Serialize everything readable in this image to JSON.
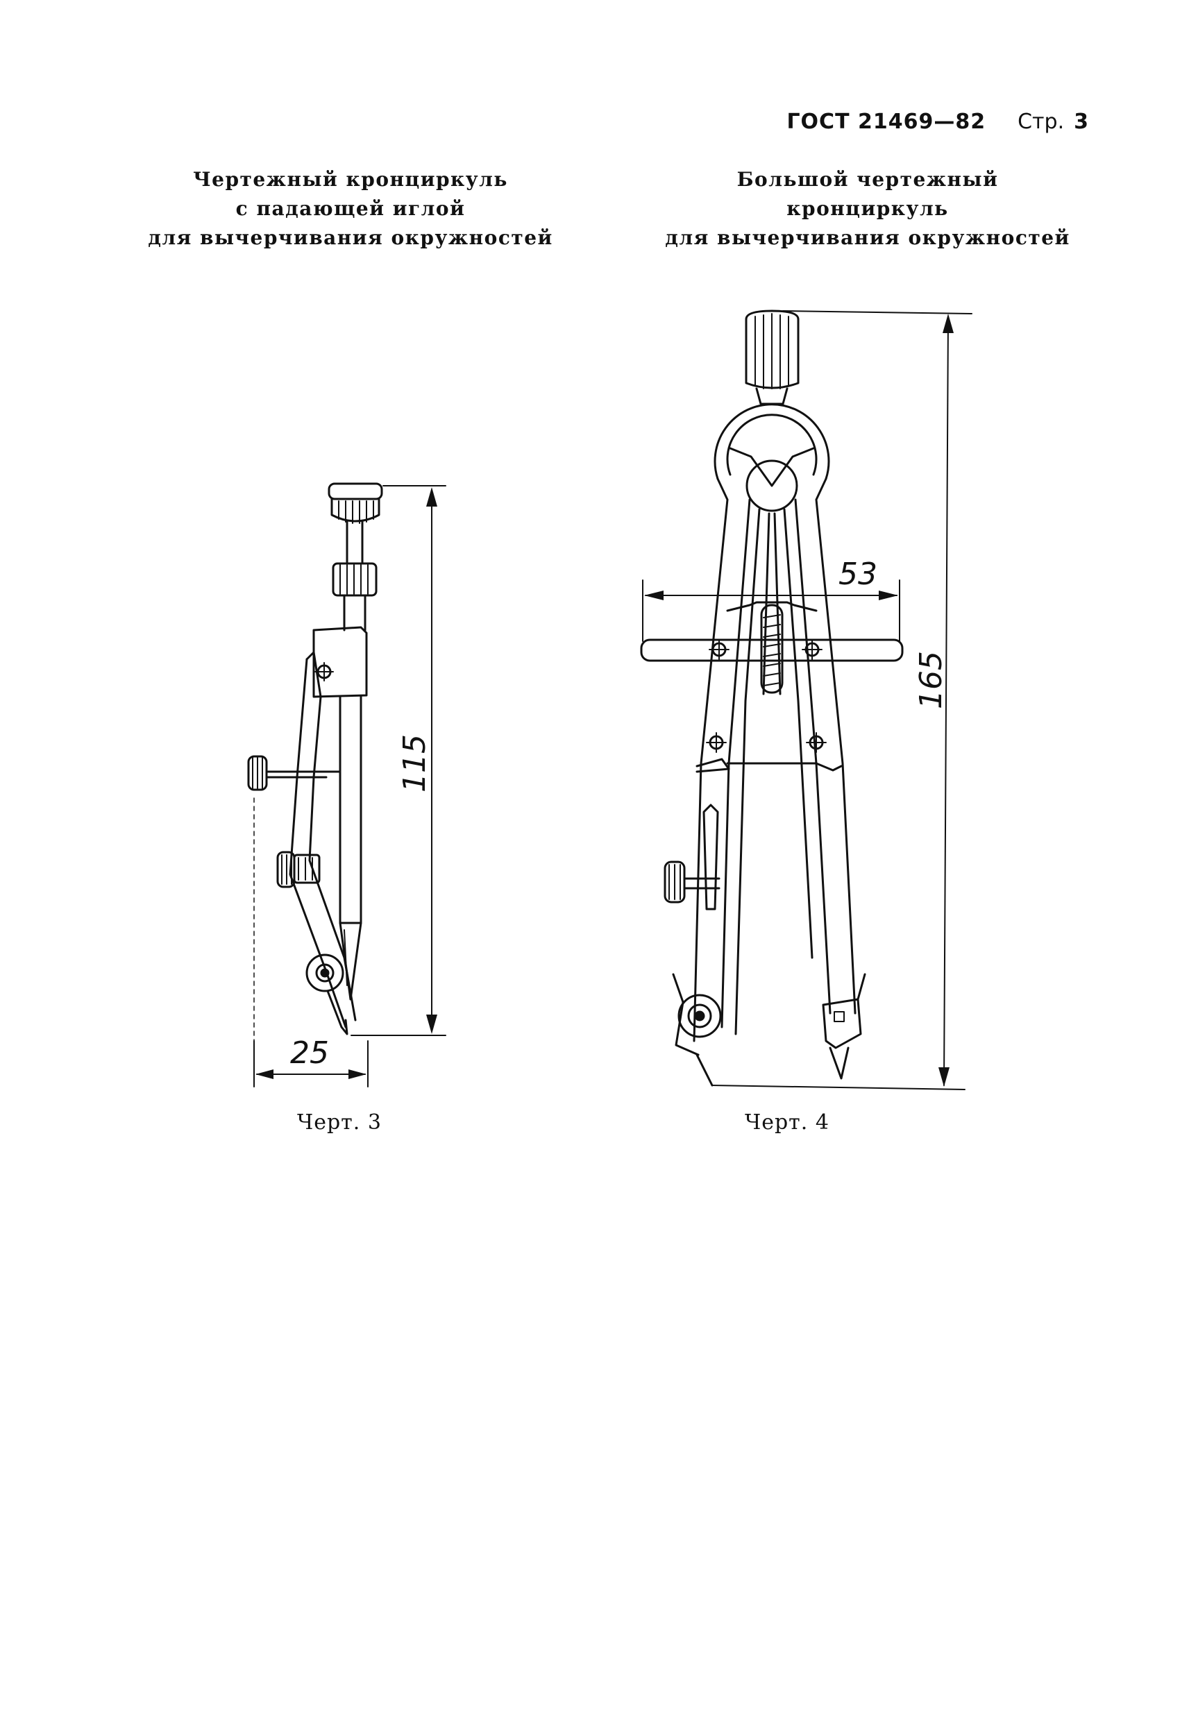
{
  "header": {
    "standard": "ГОСТ 21469—82",
    "page_label": "Стр.",
    "page_number": "3"
  },
  "figure_left": {
    "title": "Чертежный кронциркуль\nс падающей иглой\nдля вычерчивания окружностей",
    "caption": "Черт. 3",
    "dim_height": "115",
    "dim_width": "25"
  },
  "figure_right": {
    "title": "Большой чертежный кронциркуль\nдля вычерчивания окружностей",
    "caption": "Черт. 4",
    "dim_height": "165",
    "dim_width": "53"
  }
}
